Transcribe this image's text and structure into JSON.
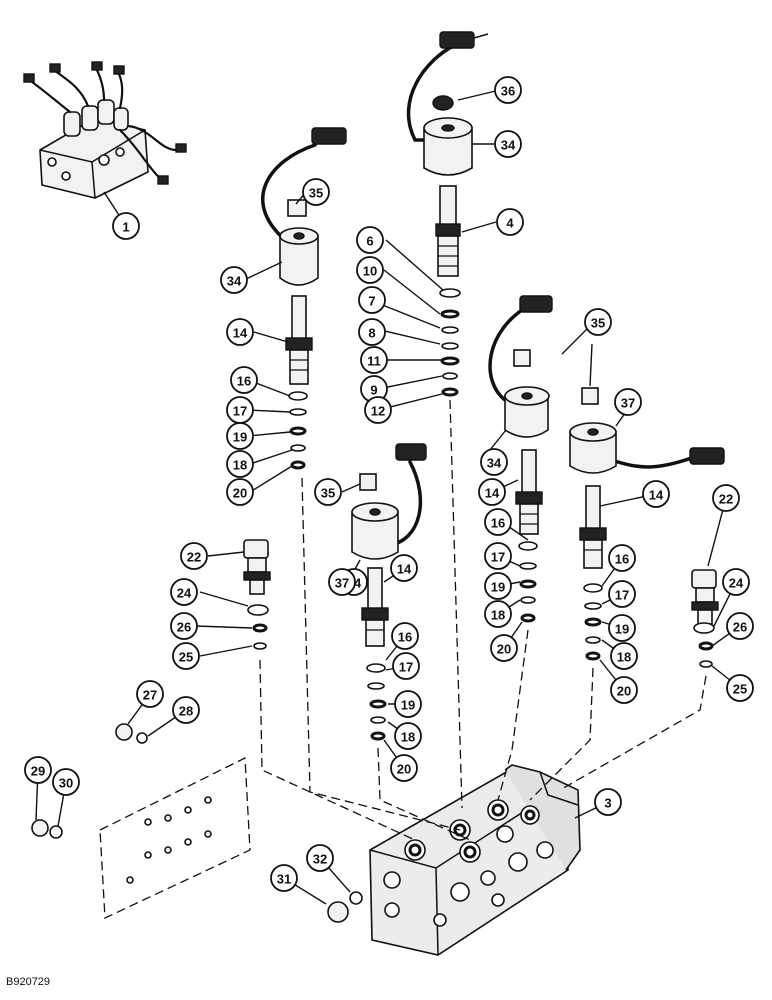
{
  "figure_id": "B920729",
  "callouts": [
    {
      "num": "1"
    },
    {
      "num": "3"
    },
    {
      "num": "4"
    },
    {
      "num": "6"
    },
    {
      "num": "7"
    },
    {
      "num": "8"
    },
    {
      "num": "9"
    },
    {
      "num": "10"
    },
    {
      "num": "11"
    },
    {
      "num": "12"
    },
    {
      "num": "14"
    },
    {
      "num": "14"
    },
    {
      "num": "14"
    },
    {
      "num": "14"
    },
    {
      "num": "14"
    },
    {
      "num": "16"
    },
    {
      "num": "16"
    },
    {
      "num": "16"
    },
    {
      "num": "16"
    },
    {
      "num": "17"
    },
    {
      "num": "17"
    },
    {
      "num": "17"
    },
    {
      "num": "17"
    },
    {
      "num": "18"
    },
    {
      "num": "18"
    },
    {
      "num": "18"
    },
    {
      "num": "18"
    },
    {
      "num": "19"
    },
    {
      "num": "19"
    },
    {
      "num": "19"
    },
    {
      "num": "19"
    },
    {
      "num": "20"
    },
    {
      "num": "20"
    },
    {
      "num": "20"
    },
    {
      "num": "20"
    },
    {
      "num": "22"
    },
    {
      "num": "22"
    },
    {
      "num": "24"
    },
    {
      "num": "24"
    },
    {
      "num": "25"
    },
    {
      "num": "25"
    },
    {
      "num": "26"
    },
    {
      "num": "26"
    },
    {
      "num": "27"
    },
    {
      "num": "28"
    },
    {
      "num": "29"
    },
    {
      "num": "30"
    },
    {
      "num": "31"
    },
    {
      "num": "32"
    },
    {
      "num": "34"
    },
    {
      "num": "34"
    },
    {
      "num": "34"
    },
    {
      "num": "35"
    },
    {
      "num": "35"
    },
    {
      "num": "35"
    },
    {
      "num": "36"
    },
    {
      "num": "37"
    },
    {
      "num": "37"
    }
  ]
}
